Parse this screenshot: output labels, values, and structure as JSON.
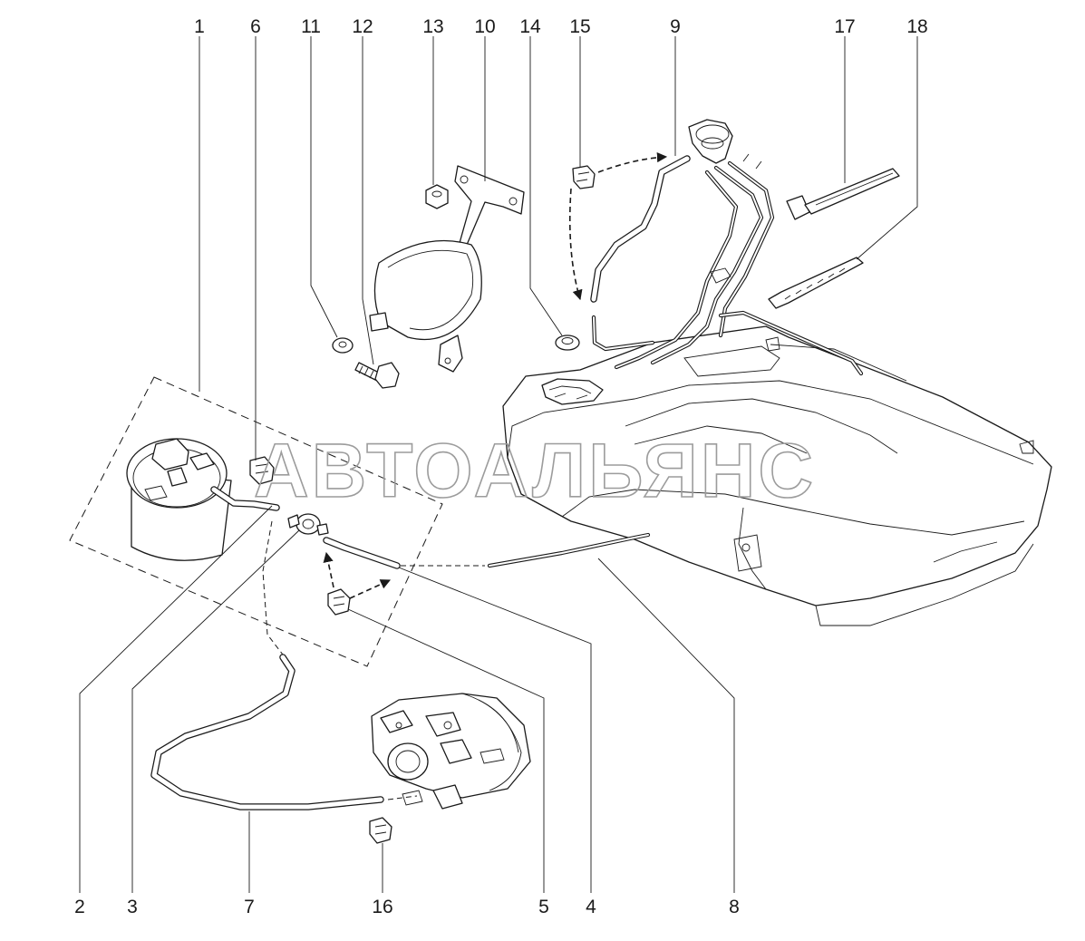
{
  "watermark": "АВТОАЛЬЯНС",
  "callouts": {
    "c1": "1",
    "c2": "2",
    "c3": "3",
    "c4": "4",
    "c5": "5",
    "c6": "6",
    "c7": "7",
    "c8": "8",
    "c9": "9",
    "c10": "10",
    "c11": "11",
    "c12": "12",
    "c13": "13",
    "c14": "14",
    "c15": "15",
    "c16": "16",
    "c17": "17",
    "c18": "18"
  }
}
